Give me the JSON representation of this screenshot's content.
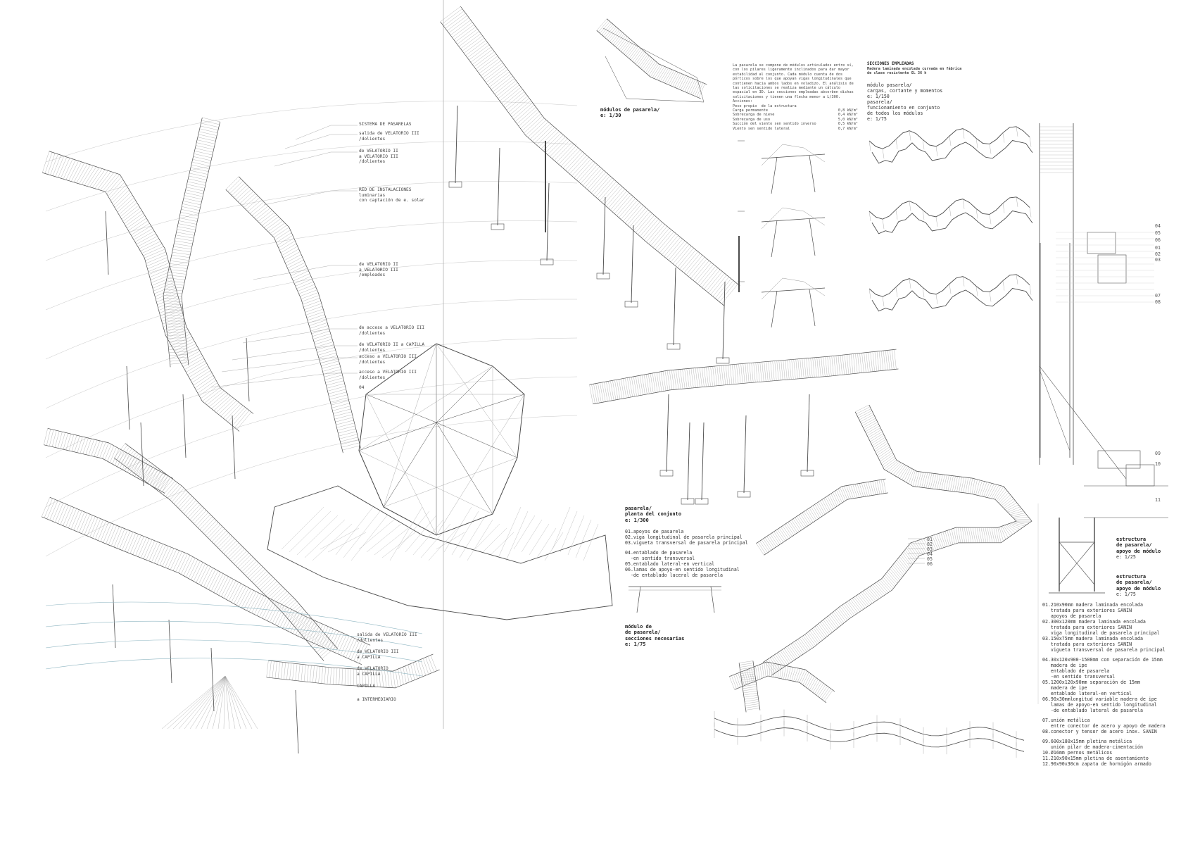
{
  "leader_labels_left": [
    "SISTEMA DE PASARELAS",
    "salida de VELATORIO III\n/dolientes",
    "de VELATORIO II\na VELATORIO III\n/dolientes",
    "RED DE INSTALACIONES\nluminarias\ncon captación de e. solar",
    "de VELATORIO II\na VELATORIO III\n/empleados",
    "de acceso a VELATORIO III\n/dolientes",
    "de VELATORIO II a CAPILLA\n/dolientes",
    "acceso a VELATORIO III\n/dolientes",
    "acceso a VELATORIO III\n/dolientes",
    "04"
  ],
  "leader_labels_bottom": [
    "salida de VELATORIO III\n/dolientes",
    "de VELATORIO III\na CAPILLA",
    "de VELATORIO\na CAPILLA",
    "CAPILLA",
    "a INTERMEDIARIO"
  ],
  "module_title": "módulos de pasarela/\ne: 1/30",
  "loads_text": "La pasarela se compone de módulos articulados entre sí,\ncon los pilares ligeramente inclinados para dar mayor\nestabilidad al conjunto. Cada módulo cuenta de dos\npórticos sobre los que apoyan vigas longitudinales que\ncontienen hacia ambos lados en voladizo. El análisis de\nlas solicitaciones se realiza mediante un cálculo\nespacial en 3D. Las secciones empleadas absorben dichas\nsolicitaciones y tienen una flecha menor a L/300.\nAcciones:\nPeso propio  de la estructura",
  "loads_table": [
    [
      "Carga permanente",
      "0,8 kN/m²"
    ],
    [
      "Sobrecarga de nieve",
      "0,4 kN/m²"
    ],
    [
      "Sobrecarga de uso",
      "5,0 kN/m²"
    ],
    [
      "Succión del viento sen sentido inverso",
      "0,5 kN/m²"
    ],
    [
      "Viento sen sentido lateral",
      "0,7 kN/m²"
    ]
  ],
  "sections_title": "SECCIONES EMPLEADAS",
  "sections_sub": "Madera laminada encolada curvada en fábrica\nde clase resistente GL 36 h",
  "module_loads_title": "módulo pasarela/\ncargas, cortante y momentos\ne: 1/150",
  "whole_title": "pasarela/\nfuncionamiento en conjunto\nde todos los módulos\ne: 1/75",
  "plan_title": "pasarela/\nplanta del conjunto\ne: 1/300",
  "plan_items": [
    "01.apoyos de pasarela",
    "02.viga longitudinal de pasarela principal",
    "03.vigueta transversal de pasarela principal",
    "",
    "04.entablado de pasarela",
    "  -en sentido transversal",
    "05.entablado lateral-en vertical",
    "06.lamas de apoyo-en sentido longitudinal",
    "  -de entablado laceral de pasarela"
  ],
  "module_sections_title": "módulo de\nde pasarela/\nsecciones necesarias\ne: 1/75",
  "plan_callouts": [
    "01",
    "02",
    "03",
    "04",
    "05",
    "06"
  ],
  "detail_callouts": [
    "04",
    "05",
    "06",
    "01",
    "02",
    "03",
    "07",
    "08",
    "09",
    "10",
    "11"
  ],
  "structure_title_1": "estructura\nde pasarela/\napoyo de módulo",
  "structure_scale_1": "e: 1/25",
  "structure_title_2": "estructura\nde pasarela/\napoyo de módulo",
  "structure_scale_2": "e: 1/75",
  "spec_items": [
    "01.210x90mm madera laminada encolada",
    "   tratada para exteriores SANIN",
    "   apoyos de pasarela",
    "02.300x120mm madera laminada encolada",
    "   tratada para exteriores SANIN",
    "   viga longitudinal de pasarela principal",
    "03.150x75mm madera laminada encolada",
    "   tratada para exteriores SANIN",
    "   vigueta transversal de pasarela principal",
    "",
    "04.30x120x900-1500mm con separación de 15mm",
    "   madera de ipe",
    "   entablado de pasarela",
    "   -en sentido transversal",
    "05.1200x120x90mm separación de 15mm",
    "   madera de ipe",
    "   entablado lateral-en vertical",
    "06.90x30mmlongitud variable madera de ipe",
    "   lamas de apoyo-en sentido longitudinal",
    "   -de entablado lateral de pasarela",
    "",
    "07.unión metálica",
    "   entre conector de acero y apoyo de madera",
    "08.conector y tensor de acero inox. SANIN",
    "",
    "09.600x180x15mm pletina metálica",
    "   unión pilar de madera-cimentación",
    "10.Ø16mm pernos metálicos",
    "11.210x90x15mm pletina de asentamiento",
    "12.90x90x30cm zapata de hormigón armado"
  ],
  "colors": {
    "line": "#4a4a4a",
    "light": "#9a9a9a",
    "faint": "#c8c8c8",
    "accent": "#8fb6c2"
  }
}
